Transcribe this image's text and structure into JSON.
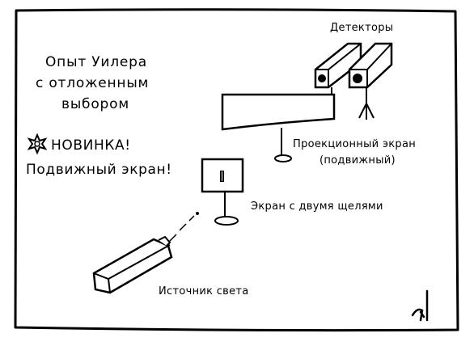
{
  "title": {
    "line1": "Опыт Уилера",
    "line2": "с отложенным",
    "line3": "выбором"
  },
  "promo": {
    "new_label": "НОВИНКА!",
    "moving_screen": "Подвижный экран!",
    "star_icon": "star-burst-icon"
  },
  "labels": {
    "detectors": "Детекторы",
    "projection_screen_line1": "Проекционный экран",
    "projection_screen_line2": "(подвижный)",
    "double_slit": "Экран с двумя щелями",
    "light_source": "Источник света"
  },
  "signature": "ℳ"
}
